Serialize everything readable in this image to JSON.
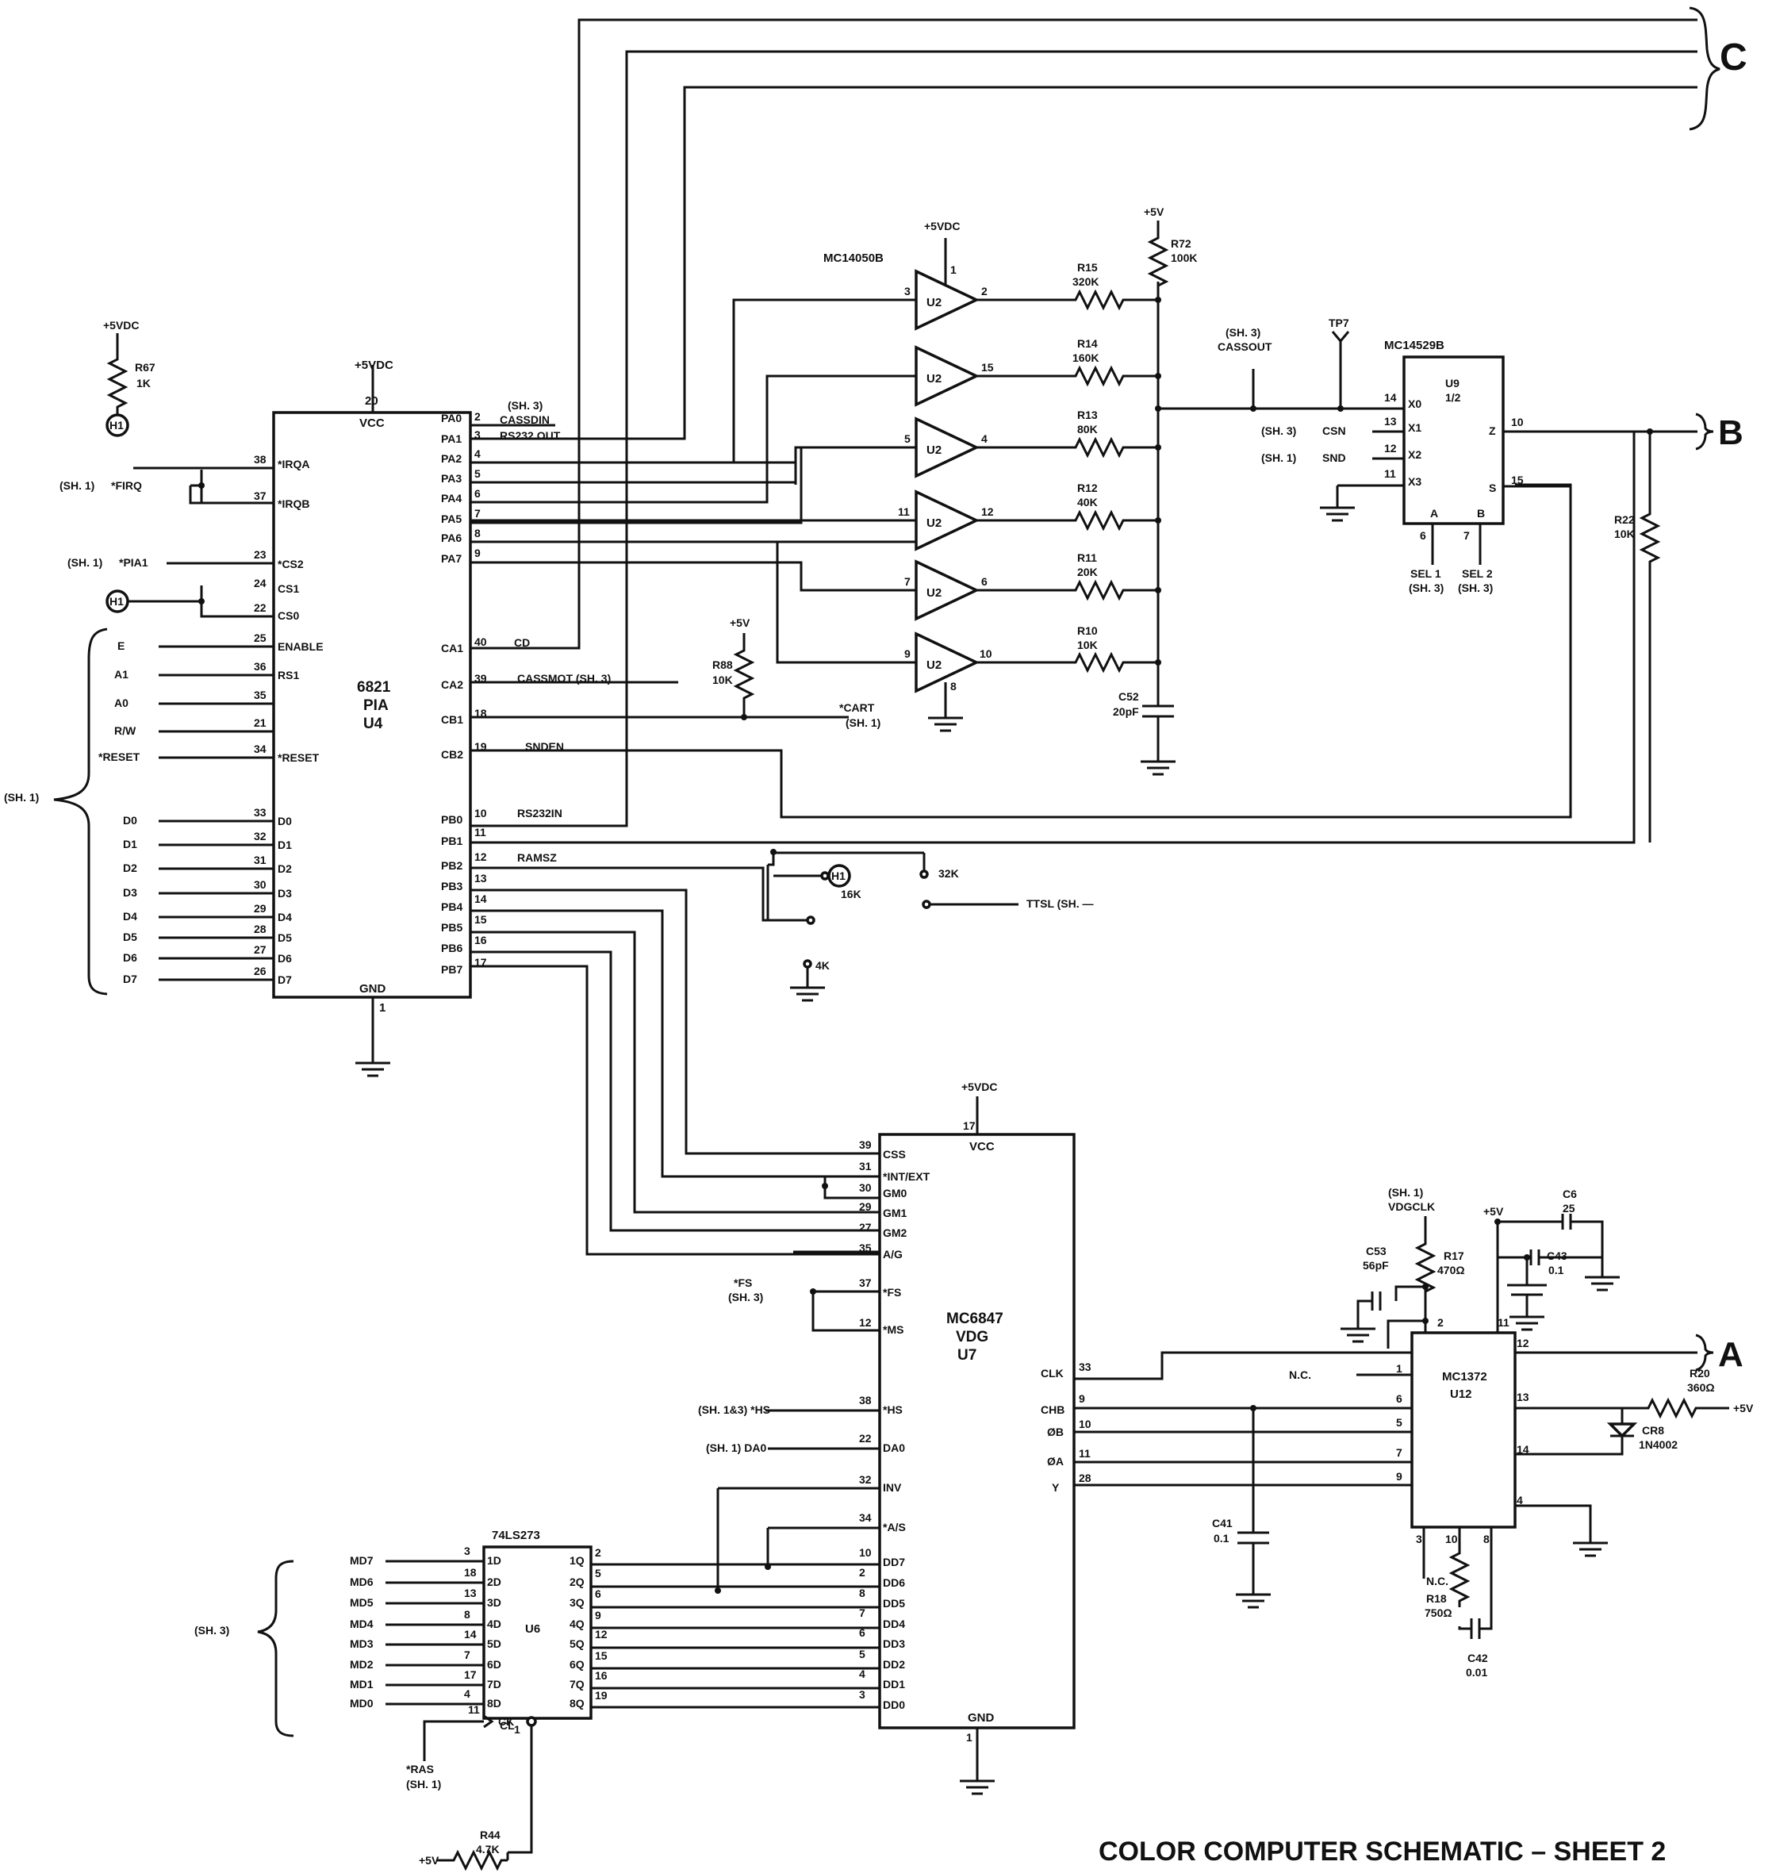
{
  "title": "COLOR COMPUTER SCHEMATIC – SHEET 2",
  "connectors": {
    "C": "C",
    "B": "B",
    "A": "A"
  },
  "power": {
    "vdc": "+5VDC",
    "v": "+5V"
  },
  "pia": {
    "name": "6821",
    "type": "PIA",
    "ref": "U4",
    "vcc_pin": "20",
    "vcc": "VCC",
    "gnd": "GND",
    "gnd_pin": "1",
    "left_pins": [
      {
        "num": "38",
        "name": "*IRQA"
      },
      {
        "num": "37",
        "name": "*IRQB"
      },
      {
        "num": "23",
        "name": "*CS2"
      },
      {
        "num": "24",
        "name": "CS1"
      },
      {
        "num": "22",
        "name": "CS0"
      },
      {
        "num": "25",
        "name": "ENABLE"
      },
      {
        "num": "36",
        "name": "RS1"
      },
      {
        "num": "35",
        "name": ""
      },
      {
        "num": "21",
        "name": ""
      },
      {
        "num": "34",
        "name": "*RESET"
      },
      {
        "num": "33",
        "name": "D0"
      },
      {
        "num": "32",
        "name": "D1"
      },
      {
        "num": "31",
        "name": "D2"
      },
      {
        "num": "30",
        "name": "D3"
      },
      {
        "num": "29",
        "name": "D4"
      },
      {
        "num": "28",
        "name": "D5"
      },
      {
        "num": "27",
        "name": "D6"
      },
      {
        "num": "26",
        "name": "D7"
      }
    ],
    "left_ext": [
      "*FIRQ",
      "*PIA1",
      "E",
      "A1",
      "A0",
      "R/W",
      "*RESET",
      "D0",
      "D1",
      "D2",
      "D3",
      "D4",
      "D5",
      "D6",
      "D7"
    ],
    "sh1": "(SH. 1)",
    "right_pins": [
      {
        "num": "2",
        "name": "PA0"
      },
      {
        "num": "3",
        "name": "PA1"
      },
      {
        "num": "4",
        "name": "PA2"
      },
      {
        "num": "5",
        "name": "PA3"
      },
      {
        "num": "6",
        "name": "PA4"
      },
      {
        "num": "7",
        "name": "PA5"
      },
      {
        "num": "8",
        "name": "PA6"
      },
      {
        "num": "9",
        "name": "PA7"
      },
      {
        "num": "40",
        "name": "CA1"
      },
      {
        "num": "39",
        "name": "CA2"
      },
      {
        "num": "18",
        "name": "CB1"
      },
      {
        "num": "19",
        "name": "CB2"
      },
      {
        "num": "10",
        "name": "PB0"
      },
      {
        "num": "11",
        "name": "PB1"
      },
      {
        "num": "12",
        "name": "PB2"
      },
      {
        "num": "13",
        "name": "PB3"
      },
      {
        "num": "14",
        "name": "PB4"
      },
      {
        "num": "15",
        "name": "PB5"
      },
      {
        "num": "16",
        "name": "PB6"
      },
      {
        "num": "17",
        "name": "PB7"
      }
    ],
    "signals": [
      "(SH. 3)",
      "CASSDIN",
      "RS232 OUT",
      "CD",
      "CASSMOT (SH. 3)",
      "SNDEN",
      "RS232IN",
      "RAMSZ"
    ]
  },
  "r67": {
    "ref": "R67",
    "val": "1K"
  },
  "h1": "H1",
  "buffer": {
    "part": "MC14050B",
    "ref": "U2",
    "vdd_pin": "1",
    "gnd_pin": "8",
    "gates": [
      {
        "in": "3",
        "out": "2"
      },
      {
        "in": "",
        "out": "15"
      },
      {
        "in": "5",
        "out": "4"
      },
      {
        "in": "11",
        "out": "12"
      },
      {
        "in": "7",
        "out": "6"
      },
      {
        "in": "9",
        "out": "10"
      }
    ]
  },
  "ladder": [
    {
      "ref": "R15",
      "val": "320K"
    },
    {
      "ref": "R14",
      "val": "160K"
    },
    {
      "ref": "R13",
      "val": "80K"
    },
    {
      "ref": "R12",
      "val": "40K"
    },
    {
      "ref": "R11",
      "val": "20K"
    },
    {
      "ref": "R10",
      "val": "10K"
    }
  ],
  "r72": {
    "ref": "R72",
    "val": "100K"
  },
  "c52": {
    "ref": "C52",
    "val": "20pF"
  },
  "r88": {
    "ref": "R88",
    "val": "10K"
  },
  "cart": {
    "name": "*CART",
    "sheet": "(SH. 1)"
  },
  "ramsz": {
    "k32": "32K",
    "k16": "16K",
    "k4": "4K",
    "ttsl": "TTSL (SH. —"
  },
  "mux": {
    "part": "MC14529B",
    "ref": "U9",
    "half": "1/2",
    "pins": [
      {
        "num": "14",
        "name": "X0"
      },
      {
        "num": "13",
        "name": "X1"
      },
      {
        "num": "12",
        "name": "X2"
      },
      {
        "num": "11",
        "name": "X3"
      },
      {
        "num": "10",
        "name": "Z"
      },
      {
        "num": "15",
        "name": "S"
      },
      {
        "num": "6",
        "name": "A"
      },
      {
        "num": "7",
        "name": "B"
      }
    ],
    "cassout_sheet": "(SH. 3)",
    "cassout": "CASSOUT",
    "tp7": "TP7",
    "csn": "CSN",
    "snd": "SND",
    "sel1": "SEL 1",
    "sel2": "SEL 2",
    "sh3": "(SH. 3)",
    "sh1": "(SH. 1)"
  },
  "r22": {
    "ref": "R22",
    "val": "10K"
  },
  "vdg": {
    "part": "MC6847",
    "type": "VDG",
    "ref": "U7",
    "vcc": "VCC",
    "vcc_pin": "17",
    "gnd": "GND",
    "gnd_pin": "1",
    "left_pins": [
      {
        "num": "39",
        "name": "CSS"
      },
      {
        "num": "31",
        "name": "*INT/EXT"
      },
      {
        "num": "30",
        "name": "GM0"
      },
      {
        "num": "29",
        "name": "GM1"
      },
      {
        "num": "27",
        "name": "GM2"
      },
      {
        "num": "35",
        "name": "A/G"
      },
      {
        "num": "37",
        "name": "*FS"
      },
      {
        "num": "12",
        "name": "*MS"
      },
      {
        "num": "38",
        "name": "*HS"
      },
      {
        "num": "22",
        "name": "DA0"
      },
      {
        "num": "32",
        "name": "INV"
      },
      {
        "num": "34",
        "name": "*A/S"
      },
      {
        "num": "10",
        "name": "DD7"
      },
      {
        "num": "2",
        "name": "DD6"
      },
      {
        "num": "8",
        "name": "DD5"
      },
      {
        "num": "7",
        "name": "DD4"
      },
      {
        "num": "6",
        "name": "DD3"
      },
      {
        "num": "5",
        "name": "DD2"
      },
      {
        "num": "4",
        "name": "DD1"
      },
      {
        "num": "3",
        "name": "DD0"
      }
    ],
    "right_pins": [
      {
        "num": "33",
        "name": "CLK"
      },
      {
        "num": "9",
        "name": "CHB"
      },
      {
        "num": "10",
        "name": "ØB"
      },
      {
        "num": "11",
        "name": "ØA"
      },
      {
        "num": "28",
        "name": "Y"
      }
    ],
    "fs_ext": "*FS",
    "fs_sheet": "(SH. 3)",
    "hs_ext": "(SH. 1&3)  *HS",
    "da0_ext": "(SH. 1)  DA0"
  },
  "latch": {
    "part": "74LS273",
    "ref": "U6",
    "ck": "CK",
    "cl": "CL",
    "cl_pin": "1",
    "ck_pin": "11",
    "inputs": [
      {
        "num": "3",
        "name": "1D",
        "ext": "MD7"
      },
      {
        "num": "18",
        "name": "2D",
        "ext": "MD6"
      },
      {
        "num": "13",
        "name": "3D",
        "ext": "MD5"
      },
      {
        "num": "8",
        "name": "4D",
        "ext": "MD4"
      },
      {
        "num": "14",
        "name": "5D",
        "ext": "MD3"
      },
      {
        "num": "7",
        "name": "6D",
        "ext": "MD2"
      },
      {
        "num": "17",
        "name": "7D",
        "ext": "MD1"
      },
      {
        "num": "4",
        "name": "8D",
        "ext": "MD0"
      }
    ],
    "outputs": [
      {
        "num": "2",
        "name": "1Q"
      },
      {
        "num": "5",
        "name": "2Q"
      },
      {
        "num": "6",
        "name": "3Q"
      },
      {
        "num": "9",
        "name": "4Q"
      },
      {
        "num": "12",
        "name": "5Q"
      },
      {
        "num": "15",
        "name": "6Q"
      },
      {
        "num": "16",
        "name": "7Q"
      },
      {
        "num": "19",
        "name": "8Q"
      }
    ],
    "ras": "*RAS",
    "ras_sheet": "(SH. 1)",
    "sh3": "(SH. 3)"
  },
  "r44": {
    "ref": "R44",
    "val": "4.7K"
  },
  "mod": {
    "part": "MC1372",
    "ref": "U12",
    "left_nums": [
      "1",
      "6",
      "5",
      "7",
      "9"
    ],
    "nc": "N.C.",
    "top_nums": [
      "2",
      "11"
    ],
    "right_nums": [
      "12",
      "13",
      "14",
      "4"
    ],
    "bottom_nums": [
      "3",
      "10",
      "8"
    ],
    "vdgclk_sheet": "(SH. 1)",
    "vdgclk": "VDGCLK"
  },
  "r17": {
    "ref": "R17",
    "val": "470Ω"
  },
  "c53": {
    "ref": "C53",
    "val": "56pF"
  },
  "c6": {
    "ref": "C6",
    "val": "25"
  },
  "c43": {
    "ref": "C43",
    "val": "0.1"
  },
  "c41": {
    "ref": "C41",
    "val": "0.1"
  },
  "r20": {
    "ref": "R20",
    "val": "360Ω"
  },
  "cr8": {
    "ref": "CR8",
    "val": "1N4002"
  },
  "r18": {
    "ref": "R18",
    "val": "750Ω"
  },
  "c42": {
    "ref": "C42",
    "val": "0.01"
  }
}
